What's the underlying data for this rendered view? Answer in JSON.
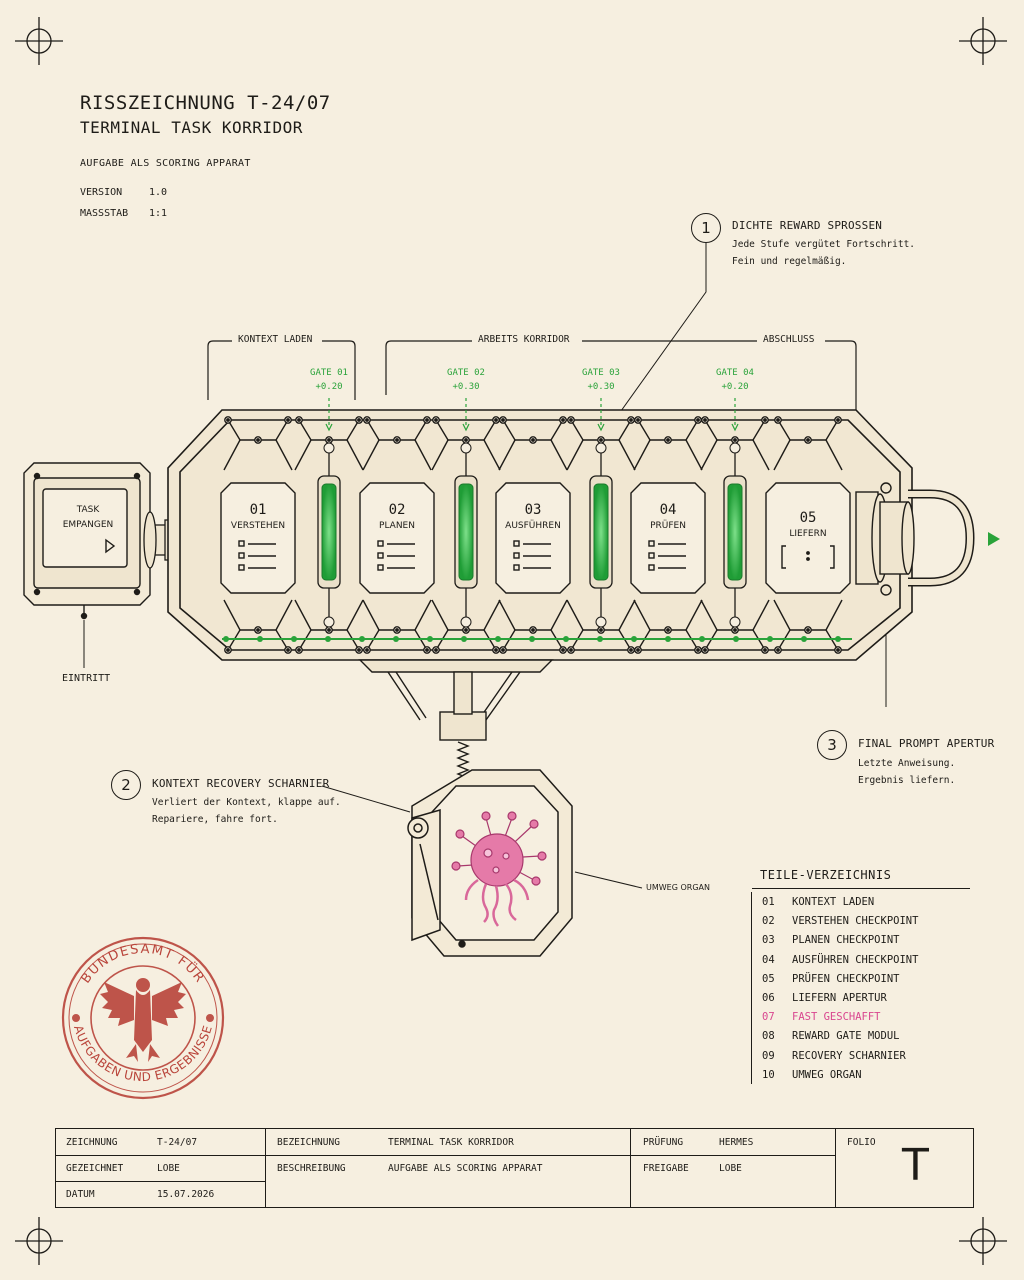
{
  "header": {
    "title": "RISSZEICHNUNG  T-24/07",
    "subtitle": "TERMINAL TASK KORRIDOR",
    "tagline": "AUFGABE ALS SCORING APPARAT",
    "version_label": "VERSION",
    "version_value": "1.0",
    "scale_label": "MASSSTAB",
    "scale_value": "1:1"
  },
  "callouts": {
    "c1": {
      "num": "1",
      "title": "DICHTE REWARD SPROSSEN",
      "line1": "Jede Stufe vergütet Fortschritt.",
      "line2": "Fein und regelmäßig."
    },
    "c2": {
      "num": "2",
      "title": "KONTEXT RECOVERY SCHARNIER",
      "line1": "Verliert der Kontext, klappe auf.",
      "line2": "Repariere, fahre fort."
    },
    "c3": {
      "num": "3",
      "title": "FINAL PROMPT APERTUR",
      "line1": "Letzte Anweisung.",
      "line2": "Ergebnis liefern."
    }
  },
  "sections": {
    "context": "KONTEXT LADEN",
    "work": "ARBEITS KORRIDOR",
    "finish": "ABSCHLUSS"
  },
  "gates": [
    {
      "name": "GATE 01",
      "value": "+0.20"
    },
    {
      "name": "GATE 02",
      "value": "+0.30"
    },
    {
      "name": "GATE 03",
      "value": "+0.30"
    },
    {
      "name": "GATE 04",
      "value": "+0.20"
    }
  ],
  "stages": [
    {
      "num": "01",
      "label": "VERSTEHEN"
    },
    {
      "num": "02",
      "label": "PLANEN"
    },
    {
      "num": "03",
      "label": "AUSFÜHREN"
    },
    {
      "num": "04",
      "label": "PRÜFEN"
    },
    {
      "num": "05",
      "label": "LIEFERN"
    }
  ],
  "entry_box": {
    "line1": "TASK",
    "line2": "EMPANGEN"
  },
  "entry_label": "EINTRITT",
  "organ_label": "UMWEG ORGAN",
  "deliver_symbol": "[ ⁝ ]",
  "parts": {
    "title": "TEILE-VERZEICHNIS",
    "items": [
      {
        "num": "01",
        "label": "KONTEXT LADEN"
      },
      {
        "num": "02",
        "label": "VERSTEHEN CHECKPOINT"
      },
      {
        "num": "03",
        "label": "PLANEN CHECKPOINT"
      },
      {
        "num": "04",
        "label": "AUSFÜHREN CHECKPOINT"
      },
      {
        "num": "05",
        "label": "PRÜFEN CHECKPOINT"
      },
      {
        "num": "06",
        "label": "LIEFERN APERTUR"
      },
      {
        "num": "07",
        "label": "FAST GESCHAFFT"
      },
      {
        "num": "08",
        "label": "REWARD GATE MODUL"
      },
      {
        "num": "09",
        "label": "RECOVERY SCHARNIER"
      },
      {
        "num": "10",
        "label": "UMWEG ORGAN"
      }
    ]
  },
  "stamp": {
    "top": "BUNDESAMT FÜR",
    "bottom": "AUFGABEN UND ERGEBNISSE"
  },
  "title_block": {
    "zeichnung_label": "ZEICHNUNG",
    "zeichnung_value": "T-24/07",
    "gezeichnet_label": "GEZEICHNET",
    "gezeichnet_value": "LOBE",
    "datum_label": "DATUM",
    "datum_value": "15.07.2026",
    "bezeichnung_label": "BEZEICHNUNG",
    "bezeichnung_value": "TERMINAL TASK KORRIDOR",
    "beschreibung_label": "BESCHREIBUNG",
    "beschreibung_value": "AUFGABE ALS SCORING APPARAT",
    "pruefung_label": "PRÜFUNG",
    "pruefung_value": "HERMES",
    "freigabe_label": "FREIGABE",
    "freigabe_value": "LOBE",
    "folio_label": "FOLIO",
    "folio_value": "T"
  },
  "colors": {
    "paper": "#f6efe0",
    "ink": "#1e1c18",
    "reward_green": "#2aa33a",
    "organ_pink": "#e57aa8",
    "stamp_red": "#b9443a",
    "highlight": "#d9468f"
  }
}
